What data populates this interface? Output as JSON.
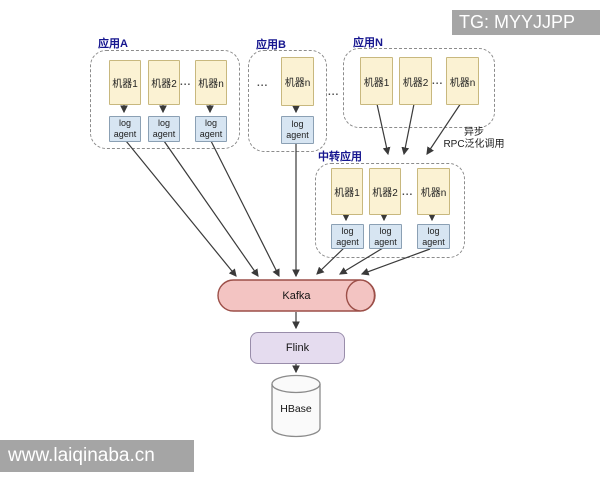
{
  "watermarks": {
    "top_right": "TG: MYYJJPP",
    "bottom_left": "www.laiqinaba.cn"
  },
  "groups": {
    "app_a": {
      "label": "应用A",
      "machine_1": "机器1",
      "machine_2": "机器2",
      "dots": "...",
      "machine_n": "机器n",
      "agent": "log agent"
    },
    "app_b": {
      "label": "应用B",
      "dots": "...",
      "machine_n": "机器n",
      "agent": "log agent"
    },
    "app_n": {
      "label": "应用N",
      "machine_1": "机器1",
      "machine_2": "机器2",
      "dots": "...",
      "machine_n": "机器n"
    },
    "relay": {
      "label": "中转应用",
      "machine_1": "机器1",
      "machine_2": "机器2",
      "dots": "...",
      "machine_n": "机器n",
      "agent": "log agent"
    }
  },
  "between_groups_dots": "...",
  "annotation": {
    "line1": "异步",
    "line2": "RPC泛化调用"
  },
  "pipeline": {
    "kafka": "Kafka",
    "flink": "Flink",
    "hbase": "HBase"
  },
  "colors": {
    "machine_fill": "#fbf2d3",
    "machine_border": "#c8b87e",
    "agent_fill": "#d7e5f2",
    "agent_border": "#8ba0b4",
    "group_border": "#8c8c8c",
    "group_label": "#16168f",
    "kafka_fill": "#f3c4c2",
    "kafka_border": "#9c4f48",
    "flink_fill": "#e5dcef",
    "flink_border": "#998daa",
    "hbase_fill": "#fafafa",
    "hbase_border": "#8b8b8b",
    "arrow": "#3a3a3a",
    "watermark_bg": "#a5a5a5",
    "watermark_text": "#ffffff",
    "text": "#222222"
  }
}
